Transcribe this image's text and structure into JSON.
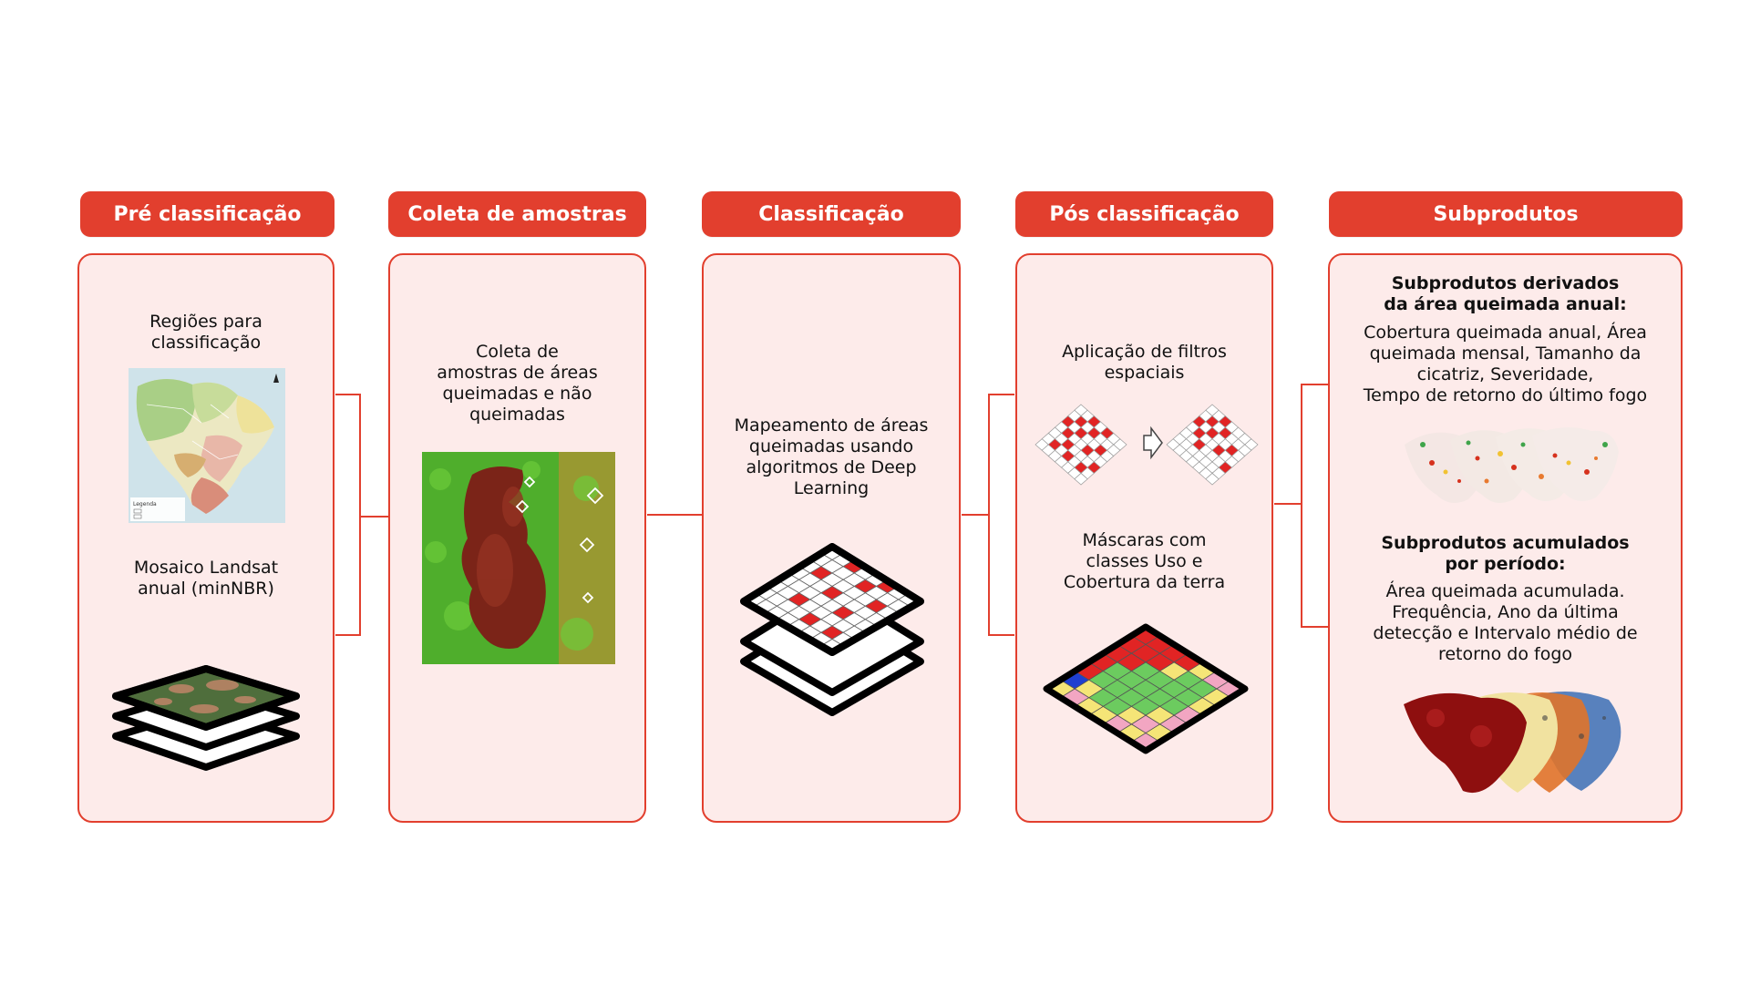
{
  "colors": {
    "accent": "#e23f2e",
    "panel": "#fdebea",
    "burn": "#8b1a0e",
    "grid_red": "#e12424"
  },
  "columns": [
    {
      "header": "Pré classificação",
      "texts": [
        "Regiões para\nclassificação",
        "Mosaico Landsat\nanual (minNBR)"
      ],
      "map_legend": "Legenda"
    },
    {
      "header": "Coleta de amostras",
      "texts": [
        "Coleta de\namostras de áreas\nqueimadas e não\nqueimadas"
      ]
    },
    {
      "header": "Classificação",
      "texts": [
        "Mapeamento de áreas\nqueimadas usando\nalgoritmos de Deep\nLearning"
      ]
    },
    {
      "header": "Pós classificação",
      "texts": [
        "Aplicação de filtros\nespaciais",
        "Máscaras com\nclasses Uso e\nCobertura da terra"
      ]
    },
    {
      "header": "Subprodutos",
      "texts": [
        "Subprodutos derivados\nda área queimada anual:",
        "Cobertura queimada anual, Área\nqueimada mensal, Tamanho da\ncicatriz, Severidade,\nTempo de retorno do último fogo",
        "Subprodutos acumulados\npor período:",
        "Área queimada acumulada.\nFrequência, Ano da última\ndetecção e Intervalo médio de\nretorno do fogo"
      ]
    }
  ]
}
